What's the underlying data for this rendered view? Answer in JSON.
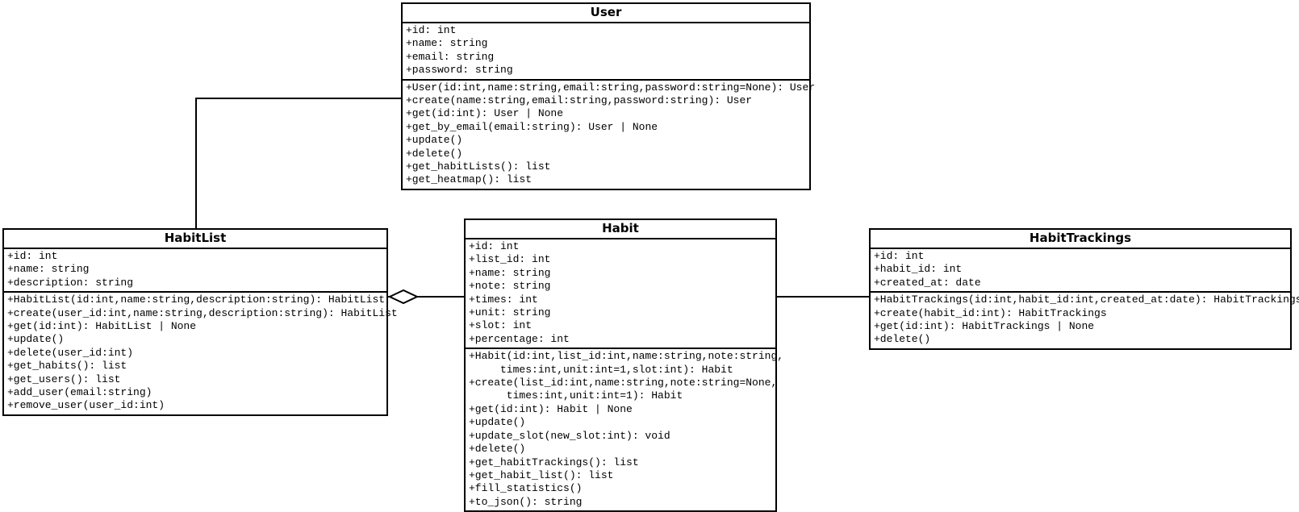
{
  "diagram": {
    "classes": [
      {
        "name": "User",
        "attributes": [
          "+id: int",
          "+name: string",
          "+email: string",
          "+password: string"
        ],
        "methods": [
          "+User(id:int,name:string,email:string,password:string=None): User",
          "+create(name:string,email:string,password:string): User",
          "+get(id:int): User | None",
          "+get_by_email(email:string): User | None",
          "+update()",
          "+delete()",
          "+get_habitLists(): list",
          "+get_heatmap(): list"
        ]
      },
      {
        "name": "HabitList",
        "attributes": [
          "+id: int",
          "+name: string",
          "+description: string"
        ],
        "methods": [
          "+HabitList(id:int,name:string,description:string): HabitList",
          "+create(user_id:int,name:string,description:string): HabitList",
          "+get(id:int): HabitList | None",
          "+update()",
          "+delete(user_id:int)",
          "+get_habits(): list",
          "+get_users(): list",
          "+add_user(email:string)",
          "+remove_user(user_id:int)"
        ]
      },
      {
        "name": "Habit",
        "attributes": [
          "+id: int",
          "+list_id: int",
          "+name: string",
          "+note: string",
          "+times: int",
          "+unit: string",
          "+slot: int",
          "+percentage: int"
        ],
        "methods": [
          "+Habit(id:int,list_id:int,name:string,note:string,",
          "     times:int,unit:int=1,slot:int): Habit",
          "+create(list_id:int,name:string,note:string=None,",
          "      times:int,unit:int=1): Habit",
          "+get(id:int): Habit | None",
          "+update()",
          "+update_slot(new_slot:int): void",
          "+delete()",
          "+get_habitTrackings(): list",
          "+get_habit_list(): list",
          "+fill_statistics()",
          "+to_json(): string"
        ]
      },
      {
        "name": "HabitTrackings",
        "attributes": [
          "+id: int",
          "+habit_id: int",
          "+created_at: date"
        ],
        "methods": [
          "+HabitTrackings(id:int,habit_id:int,created_at:date): HabitTrackings",
          "+create(habit_id:int): HabitTrackings",
          "+get(id:int): HabitTrackings | None",
          "+delete()"
        ]
      }
    ],
    "relationships": [
      {
        "from": "User",
        "to": "HabitList",
        "type": "association"
      },
      {
        "from": "HabitList",
        "to": "Habit",
        "type": "aggregation",
        "diamond_at": "HabitList"
      },
      {
        "from": "Habit",
        "to": "HabitTrackings",
        "type": "association"
      }
    ],
    "colors": {
      "line": "#000000",
      "box_border": "#000000",
      "box_fill": "#ffffff",
      "text": "#000000"
    }
  }
}
